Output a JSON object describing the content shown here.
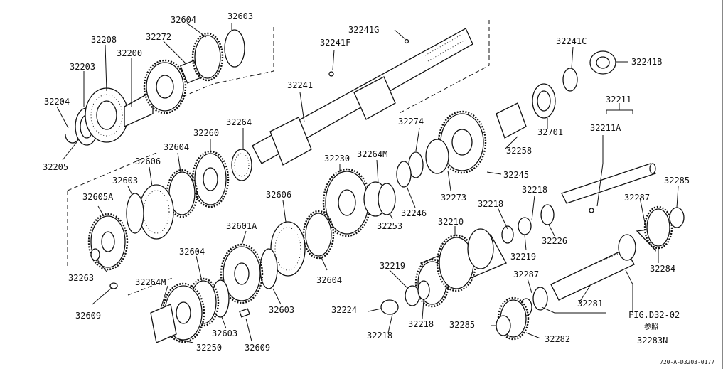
{
  "diagram": {
    "labels": {
      "l32604a": "32604",
      "l32603a": "32603",
      "l32208": "32208",
      "l32272": "32272",
      "l32200": "32200",
      "l32203": "32203",
      "l32204": "32204",
      "l32205": "32205",
      "l32241G": "32241G",
      "l32241F": "32241F",
      "l32241": "32241",
      "l32241C": "32241C",
      "l32241B": "32241B",
      "l32211": "32211",
      "l32211A": "32211A",
      "l32701": "32701",
      "l32258": "32258",
      "l32245": "32245",
      "l32274": "32274",
      "l32264M_mid": "32264M",
      "l32230": "32230",
      "l32273": "32273",
      "l32246": "32246",
      "l32253": "32253",
      "l32260": "32260",
      "l32264": "32264",
      "l32604b": "32604",
      "l32606a": "32606",
      "l32603b": "32603",
      "l32605A": "32605A",
      "l32263": "32263",
      "l32609a": "32609",
      "l32606b": "32606",
      "l32601A": "32601A",
      "l32604c": "32604",
      "l32603c": "32603",
      "l32604d": "32604",
      "l32264M_low": "32264M",
      "l32250": "32250",
      "l32603d": "32603",
      "l32609b": "32609",
      "l32218a": "32218",
      "l32218b": "32218",
      "l32226": "32226",
      "l32219a": "32219",
      "l32210": "32210",
      "l32219b": "32219",
      "l32224": "32224",
      "l32218c": "32218",
      "l32218d": "32218",
      "l32285a": "32285",
      "l32287a": "32287",
      "l32284": "32284",
      "l32287b": "32287",
      "l32281": "32281",
      "l32285b": "32285",
      "l32282": "32282",
      "l32283N": "32283N"
    },
    "reference": {
      "fig": "FIG.D32-02",
      "note": "参照"
    },
    "footer": "720-A-D3203-0177"
  }
}
